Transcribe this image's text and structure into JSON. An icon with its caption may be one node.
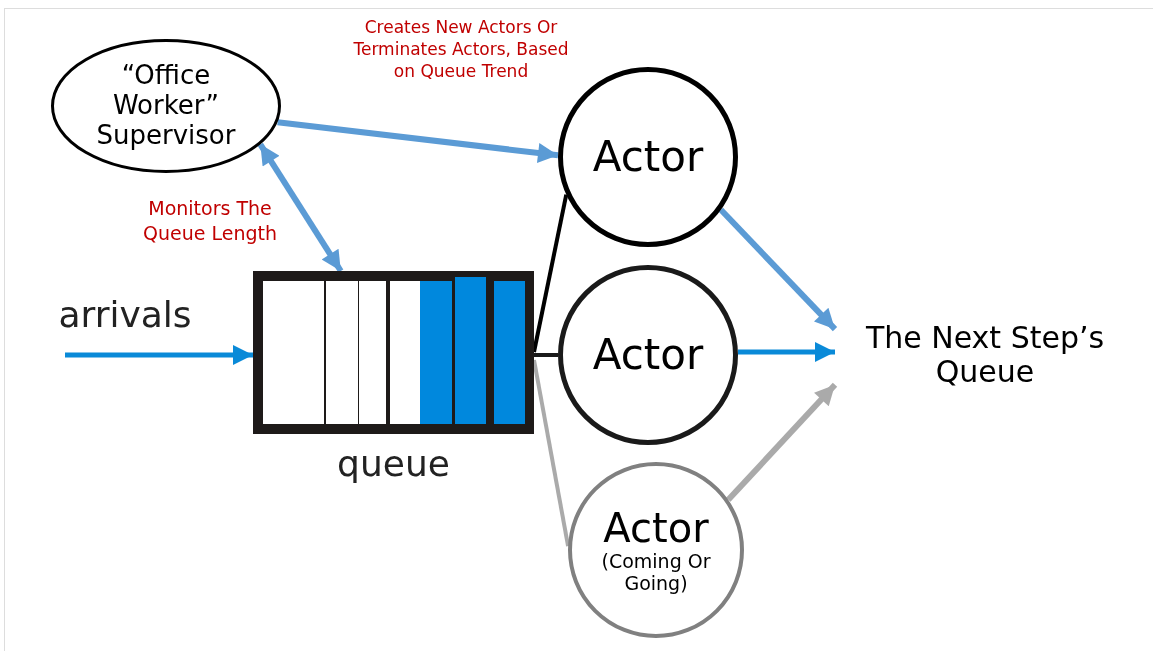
{
  "diagram": {
    "nodes": [
      {
        "text": [
          "“Office Worker” Supervisor"
        ]
      },
      {
        "text": [],
        "shape": "box",
        "beside": [
          "queue"
        ]
      },
      {
        "text": [
          "Actor"
        ]
      },
      {
        "text": [
          "Actor"
        ]
      },
      {
        "text": [
          "Actor",
          "(Coming Or Going)"
        ]
      },
      {
        "text": [
          "The Next Step’s Queue"
        ]
      }
    ],
    "edges": [
      {
        "from": null,
        "to": 1,
        "arrow": "to",
        "label": "arrivals",
        "color": "#0a8ad8"
      },
      {
        "from": 0,
        "to": 1,
        "arrow": "both",
        "label": "Monitors The Queue Length",
        "color": "#5b9bd5"
      },
      {
        "from": 0,
        "to": 2,
        "arrow": "to",
        "label": "Creates New Actors Or Terminates Actors, Based on Queue Trend",
        "color": "#5b9bd5"
      },
      {
        "from": 1,
        "to": 2,
        "arrow": "none",
        "color": "#000000"
      },
      {
        "from": 1,
        "to": 3,
        "arrow": "none",
        "color": "#1a1a1a"
      },
      {
        "from": 1,
        "to": 4,
        "arrow": "none",
        "color": "#aaaaaa"
      },
      {
        "from": 2,
        "to": 5,
        "arrow": "to",
        "color": "#5b9bd5"
      },
      {
        "from": 3,
        "to": 5,
        "arrow": "to",
        "color": "#0a8ad8"
      },
      {
        "from": 4,
        "to": 5,
        "arrow": "to",
        "color": "#aaaaaa"
      }
    ]
  }
}
